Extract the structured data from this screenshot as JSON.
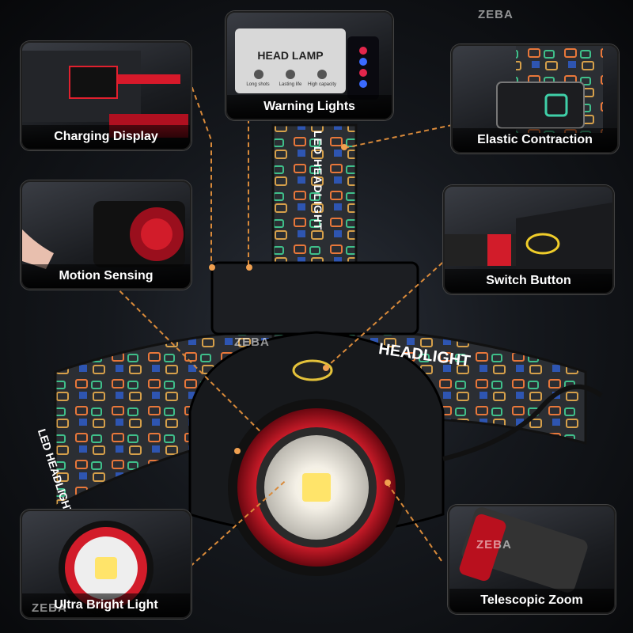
{
  "watermarks": [
    "ZEBA",
    "ZEBA",
    "ZEBA",
    "ZEBA"
  ],
  "callouts": {
    "charging": "Charging Display",
    "warning": "Warning Lights",
    "elastic": "Elastic Contraction",
    "motion": "Motion Sensing",
    "switch": "Switch Button",
    "ultra": "Ultra Bright Light",
    "zoom": "Telescopic Zoom"
  },
  "display_panel": {
    "title": "HEAD LAMP",
    "icons": [
      "Long shots",
      "Lasting life",
      "High capacity"
    ]
  },
  "strap_text": {
    "top": "LED HEADLIGHT",
    "right": "HEADLIGHT",
    "left": "LED HEADLIGHT"
  },
  "colors": {
    "accent_red": "#c8102e",
    "leader_orange": "#d98a3a",
    "led_warm": "#fff3b0"
  }
}
